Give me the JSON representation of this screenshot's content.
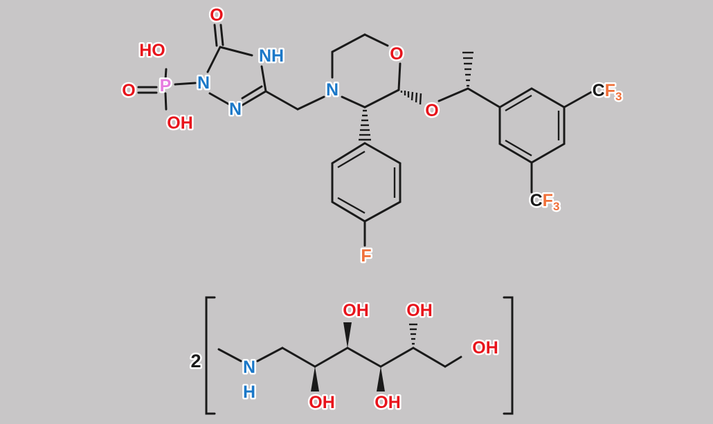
{
  "fosaprepitant": {
    "atoms": {
      "ho_top": "HO",
      "oh_bottom": "OH",
      "o_double": "O",
      "p": "P",
      "n1": "N",
      "oxo": "O",
      "nh": "NH",
      "n_ring": "N",
      "morph_n": "N",
      "morph_o": "O",
      "ether_o": "O",
      "fluoro": "F",
      "cf3_top": {
        "c": "C",
        "f": "F",
        "sub": "3"
      },
      "cf3_bottom": {
        "c": "C",
        "f": "F",
        "sub": "3"
      }
    }
  },
  "meglumine": {
    "coefficient": "2",
    "atoms": {
      "n": "N",
      "nh_h": "H",
      "oh_top1": "OH",
      "oh_top2": "OH",
      "oh_end": "OH",
      "oh_bottom1": "OH",
      "oh_bottom2": "OH"
    }
  },
  "colors": {
    "background": "#c8c6c7",
    "bond": "#1a1a1a",
    "oxygen": "#e8141c",
    "nitrogen": "#1b78c8",
    "phosphorus": "#e77de0",
    "fluorine": "#f0703a",
    "carbon": "#1a1a1a"
  }
}
